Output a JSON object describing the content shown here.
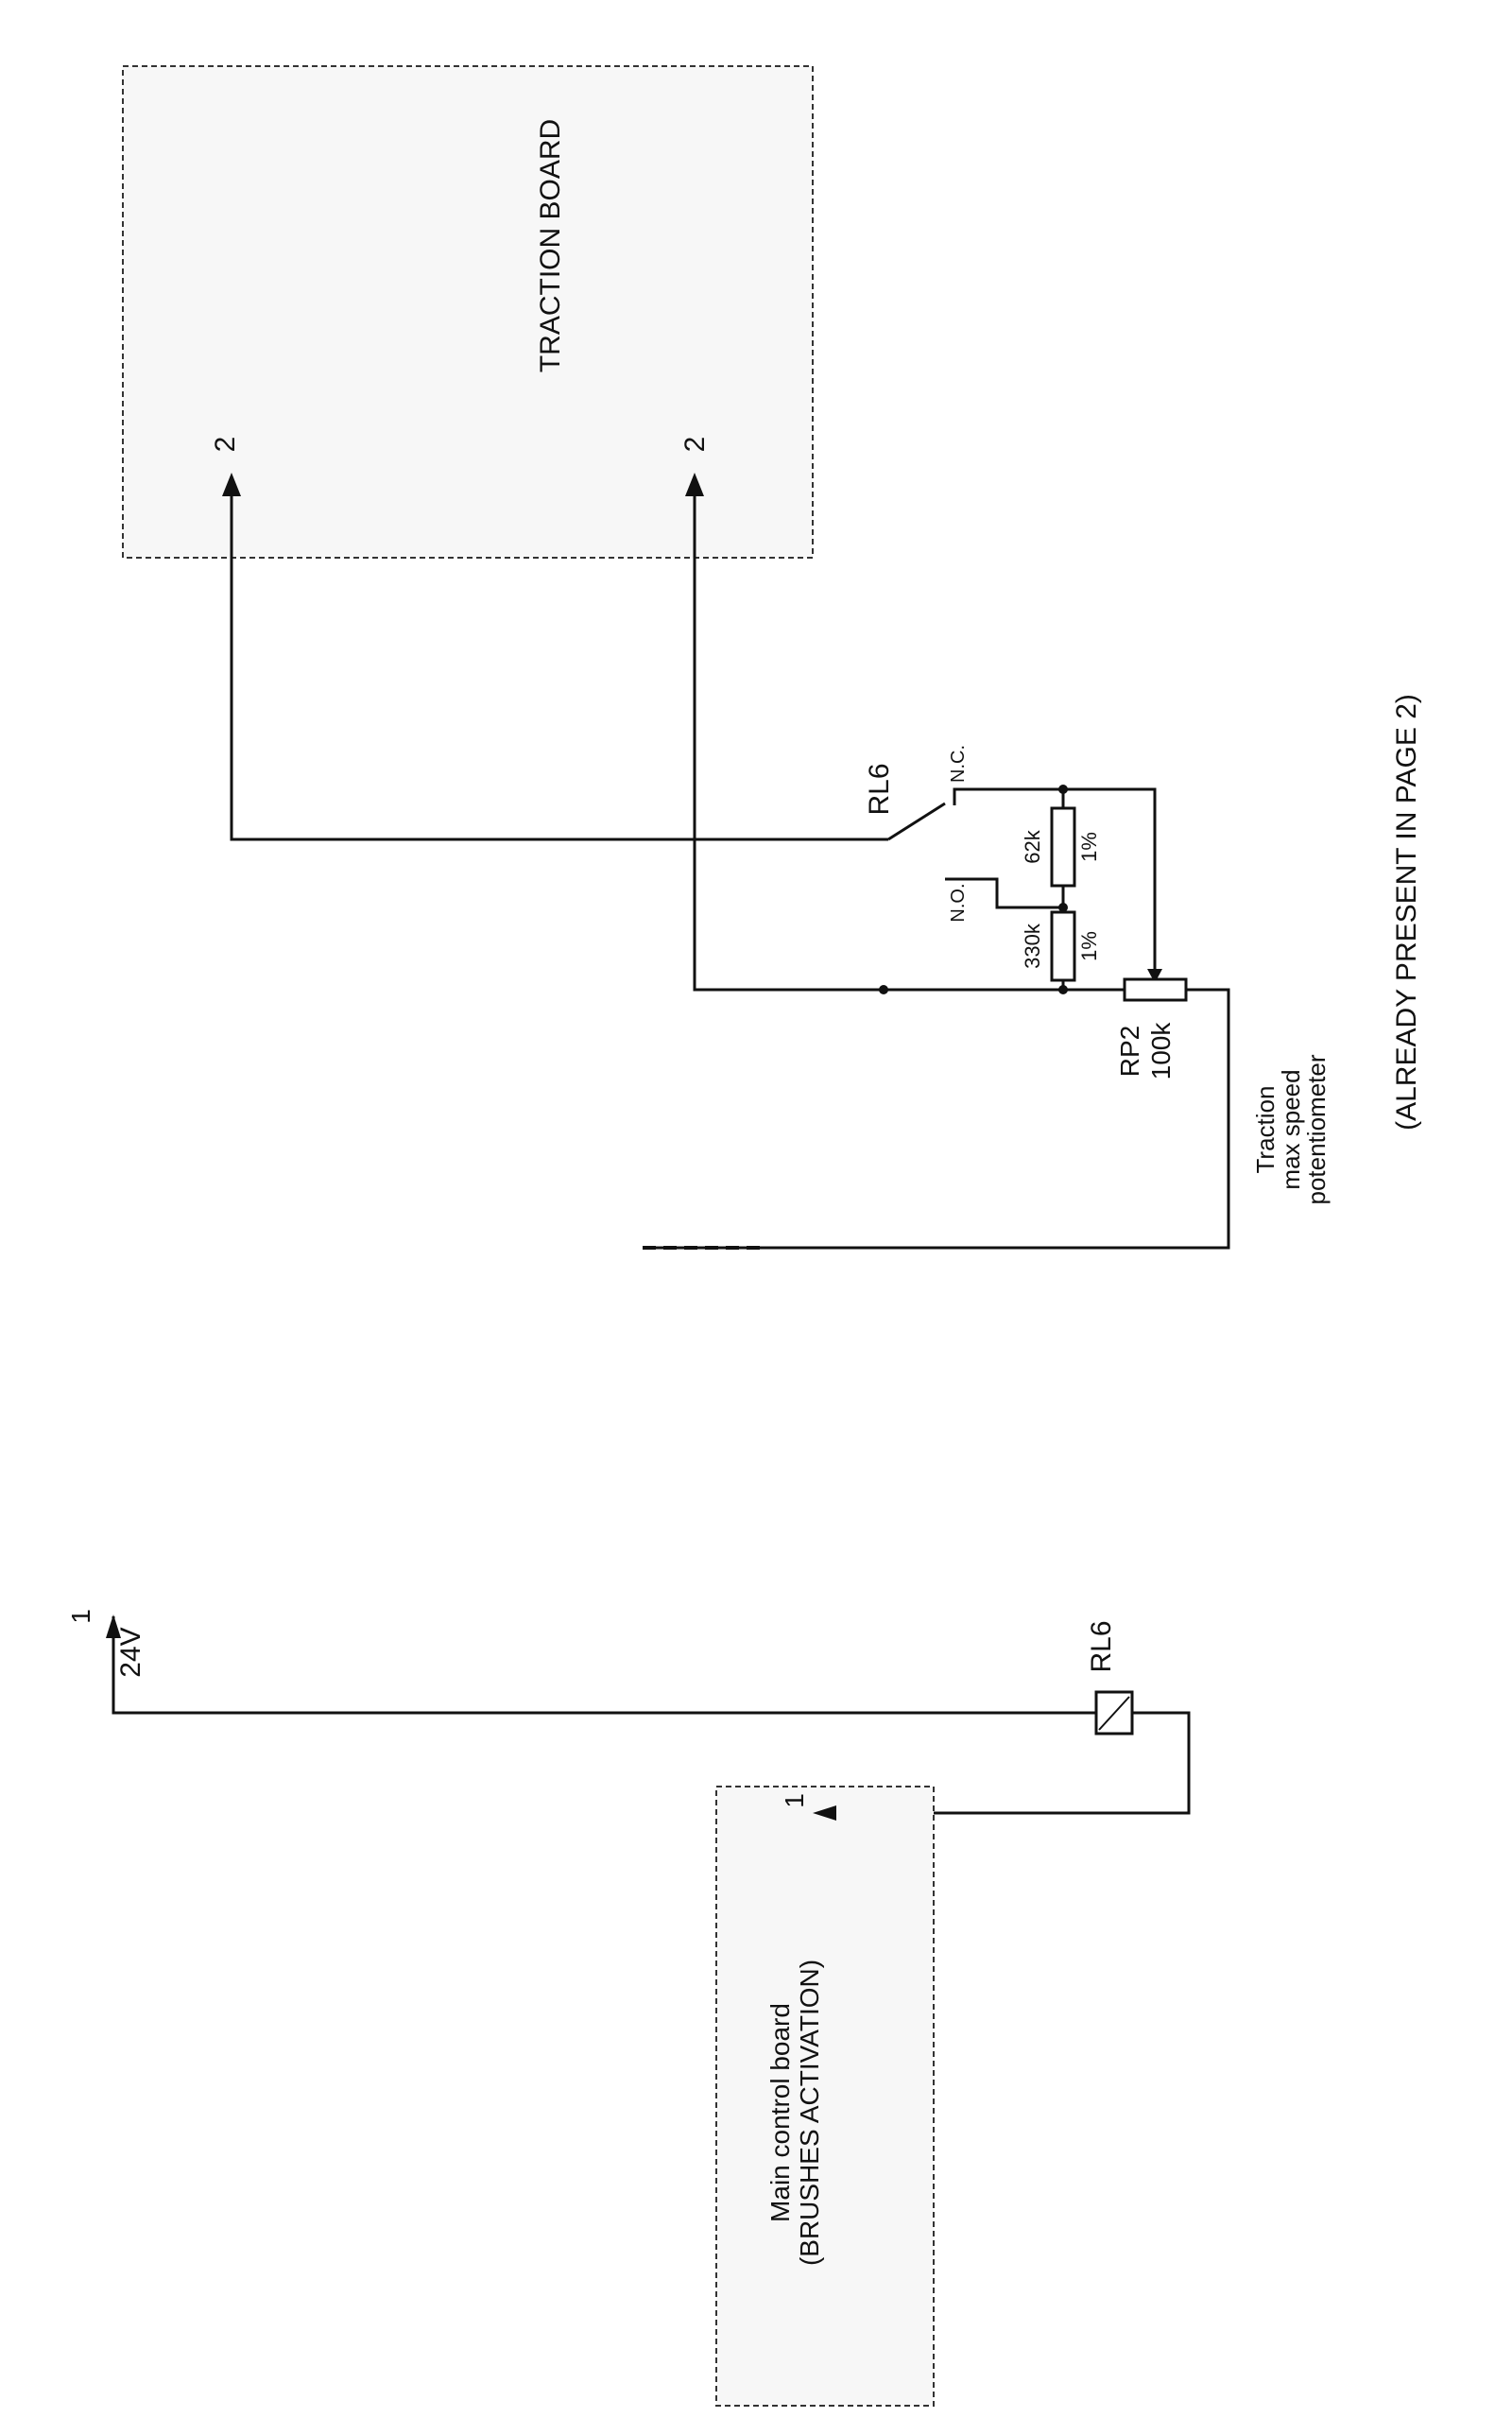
{
  "traction_board": {
    "title": "TRACTION BOARD",
    "pin_upper": "2",
    "pin_lower": "2"
  },
  "relay_contact": {
    "label": "RL6",
    "nc": "N.C.",
    "no": "N.O."
  },
  "resistor_62k": {
    "value": "62k",
    "tolerance": "1%"
  },
  "resistor_330k": {
    "value": "330k",
    "tolerance": "1%"
  },
  "potentiometer": {
    "ref": "RP2",
    "value": "100k",
    "desc_1": "Traction",
    "desc_2": "max speed",
    "desc_3": "potentiometer",
    "note": "(ALREADY PRESENT IN PAGE 2)"
  },
  "supply": {
    "pin": "1",
    "voltage": "24V"
  },
  "relay_coil": {
    "label": "RL6"
  },
  "main_control_board": {
    "title_1": "Main control board",
    "title_2": "(BRUSHES ACTIVATION)",
    "pin": "1"
  }
}
